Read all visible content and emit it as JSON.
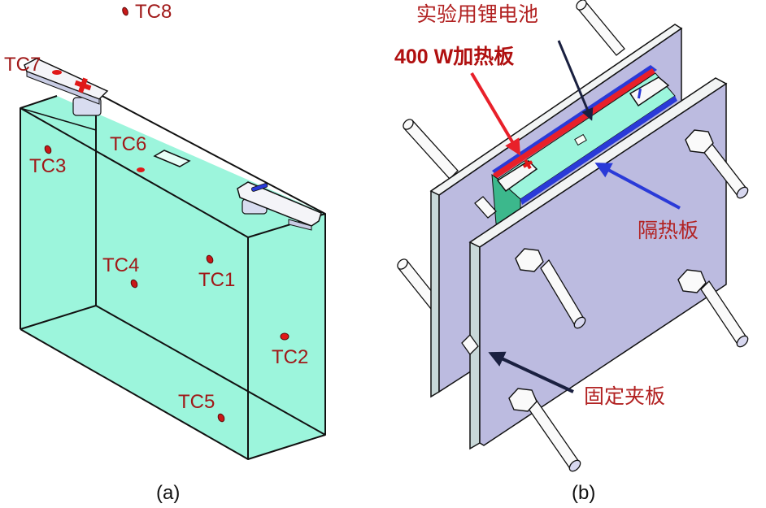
{
  "figure": {
    "panel_a": {
      "caption": "(a)",
      "sensors": [
        {
          "id": "TC1",
          "label": "TC1"
        },
        {
          "id": "TC2",
          "label": "TC2"
        },
        {
          "id": "TC3",
          "label": "TC3"
        },
        {
          "id": "TC4",
          "label": "TC4"
        },
        {
          "id": "TC5",
          "label": "TC5"
        },
        {
          "id": "TC6",
          "label": "TC6"
        },
        {
          "id": "TC7",
          "label": "TC7"
        },
        {
          "id": "TC8",
          "label": "TC8"
        }
      ]
    },
    "panel_b": {
      "caption": "(b)",
      "labels": {
        "battery": "实验用锂电池",
        "heater": "400 W加热板",
        "insulation": "隔热板",
        "clamp": "固定夹板"
      }
    },
    "colors": {
      "battery_fill": "#9cf5dc",
      "battery_dark": "#3cb88c",
      "plate_face": "#bcbbe0",
      "plate_edge": "#c8d8d8",
      "label_red": "#a01818",
      "heater_red": "#e8202a",
      "insulation_blue": "#2a3ad8",
      "arrow_navy": "#1a2040"
    }
  }
}
